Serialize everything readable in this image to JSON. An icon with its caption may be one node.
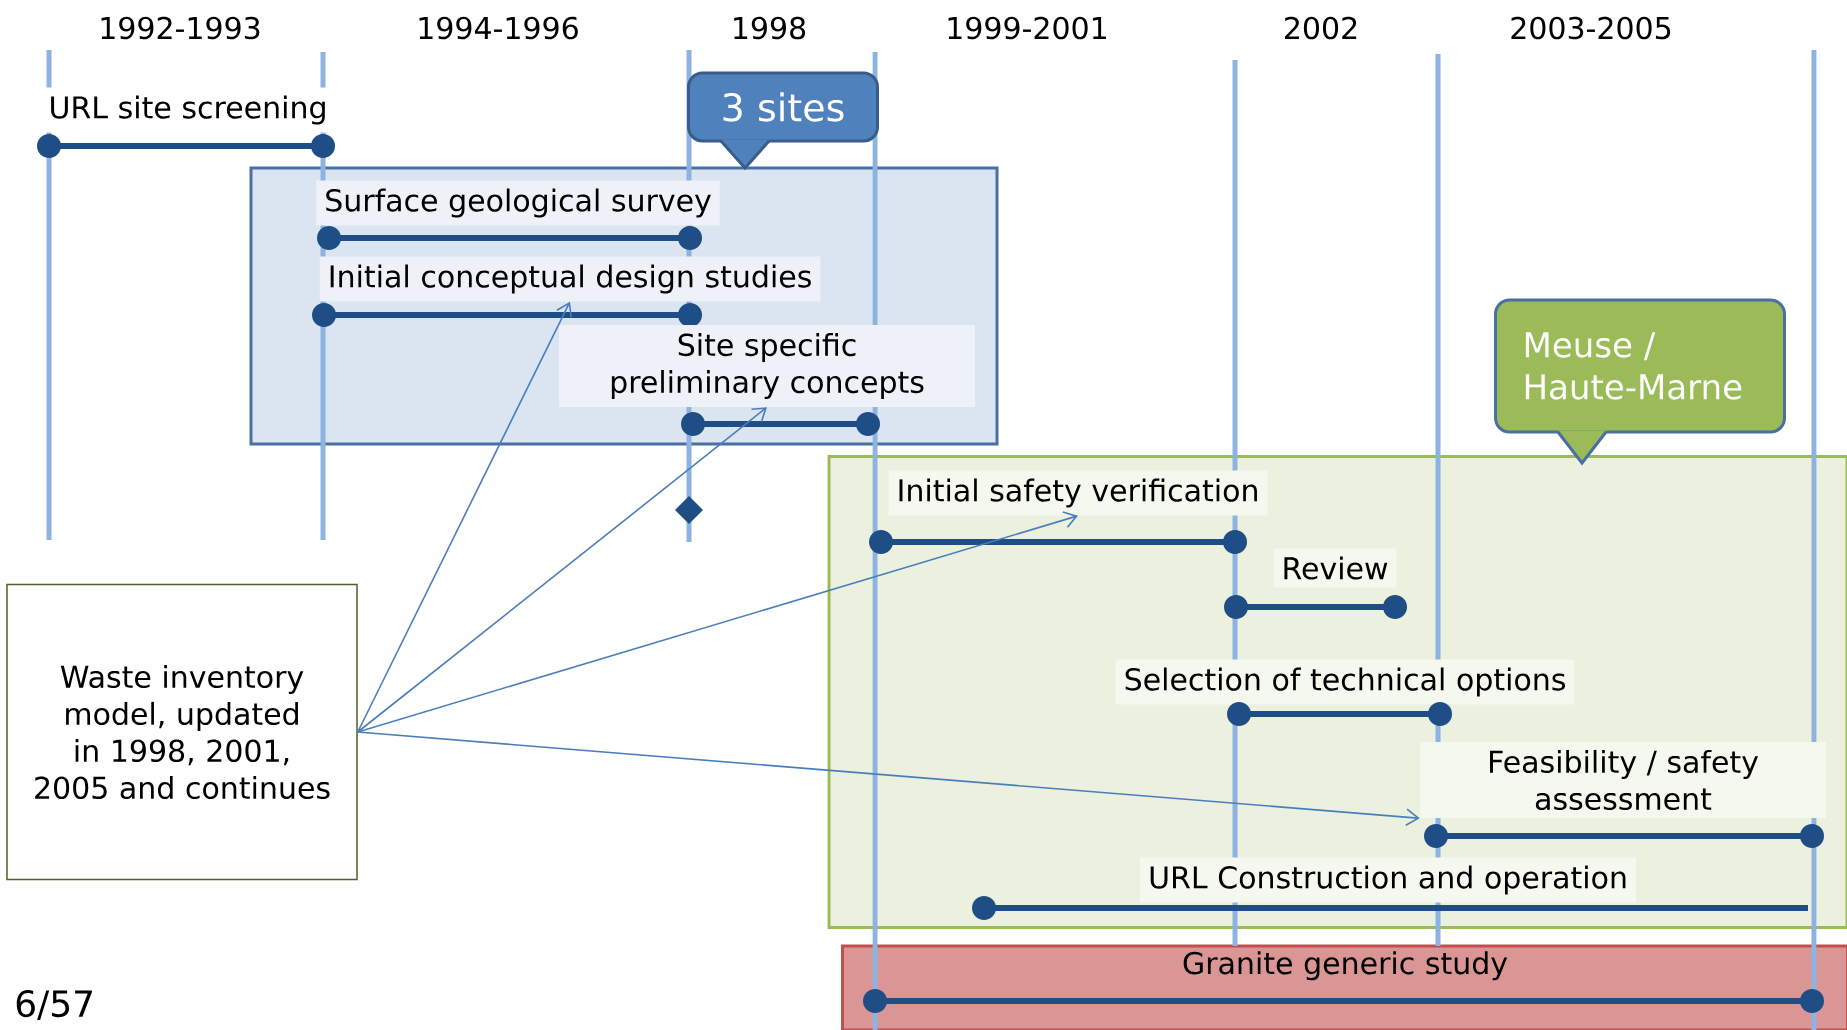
{
  "diagram": {
    "nodes": [
      {
        "text": [
          "URL site screening"
        ]
      },
      {
        "text": [
          "3 sites"
        ]
      },
      {
        "text": [],
        "shape": "box"
      },
      {
        "text": [
          "Surface geological survey"
        ],
        "in": 2
      },
      {
        "text": [
          "Initial conceptual design studies"
        ],
        "in": 2
      },
      {
        "text": [
          "Site specific preliminary concepts"
        ],
        "in": 2
      },
      {
        "text": [
          "Meuse / Haute-Marne"
        ]
      },
      {
        "text": [],
        "shape": "box"
      },
      {
        "text": [
          "Initial safety verification"
        ],
        "in": 7
      },
      {
        "text": [
          "Review"
        ],
        "in": 7
      },
      {
        "text": [
          "Selection of technical options"
        ],
        "in": 7
      },
      {
        "text": [
          "Feasibility / safety assessment"
        ],
        "in": 7
      },
      {
        "text": [
          "URL Construction and operation"
        ],
        "in": 7
      },
      {
        "text": [
          "Waste inventory model, updated in 1998, 2001, 2005 and continues"
        ]
      },
      {
        "text": [
          "Granite generic study"
        ]
      }
    ],
    "edges": [
      {
        "from": 13,
        "to": 4,
        "arrow": "to"
      },
      {
        "from": 13,
        "to": 5,
        "arrow": "to"
      },
      {
        "from": 13,
        "to": 8,
        "arrow": "to"
      },
      {
        "from": 13,
        "to": 11,
        "arrow": "to"
      }
    ],
    "labels": [
      "1992-1993",
      "1994-1996",
      "1998",
      "1999-2001",
      "2002",
      "2003-2005",
      "6/57"
    ]
  }
}
